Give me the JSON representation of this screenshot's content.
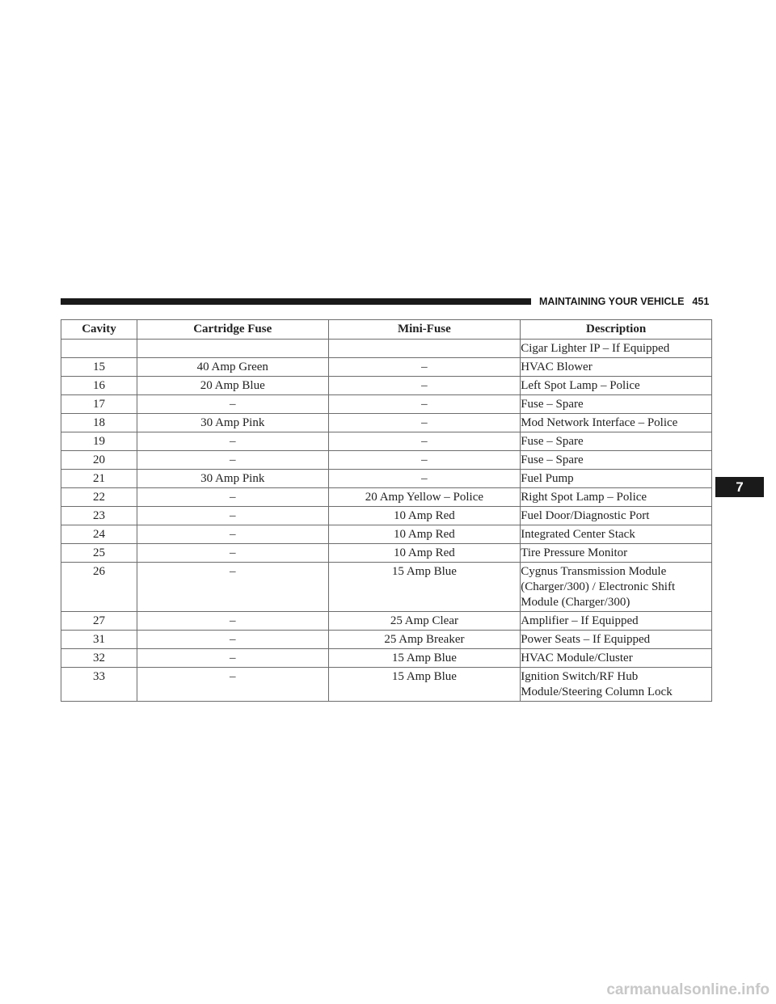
{
  "header": {
    "section_title": "MAINTAINING YOUR VEHICLE",
    "page_number": "451"
  },
  "table": {
    "columns": [
      "Cavity",
      "Cartridge Fuse",
      "Mini-Fuse",
      "Description"
    ],
    "rows": [
      {
        "cavity": "",
        "cartridge": "",
        "mini": "",
        "description": "Cigar Lighter IP – If Equipped"
      },
      {
        "cavity": "15",
        "cartridge": "40 Amp Green",
        "mini": "–",
        "description": "HVAC Blower"
      },
      {
        "cavity": "16",
        "cartridge": "20 Amp Blue",
        "mini": "–",
        "description": "Left Spot Lamp – Police"
      },
      {
        "cavity": "17",
        "cartridge": "–",
        "mini": "–",
        "description": "Fuse – Spare"
      },
      {
        "cavity": "18",
        "cartridge": "30 Amp Pink",
        "mini": "–",
        "description": "Mod Network Interface – Police"
      },
      {
        "cavity": "19",
        "cartridge": "–",
        "mini": "–",
        "description": "Fuse – Spare"
      },
      {
        "cavity": "20",
        "cartridge": "–",
        "mini": "–",
        "description": "Fuse – Spare"
      },
      {
        "cavity": "21",
        "cartridge": "30 Amp Pink",
        "mini": "–",
        "description": "Fuel Pump"
      },
      {
        "cavity": "22",
        "cartridge": "–",
        "mini": "20 Amp Yellow – Police",
        "description": "Right Spot Lamp – Police"
      },
      {
        "cavity": "23",
        "cartridge": "–",
        "mini": "10 Amp Red",
        "description": "Fuel Door/Diagnostic Port"
      },
      {
        "cavity": "24",
        "cartridge": "–",
        "mini": "10 Amp Red",
        "description": "Integrated Center Stack"
      },
      {
        "cavity": "25",
        "cartridge": "–",
        "mini": "10 Amp Red",
        "description": "Tire Pressure Monitor"
      },
      {
        "cavity": "26",
        "cartridge": "–",
        "mini": "15 Amp Blue",
        "description": "Cygnus Transmission Module (Charger/300) / Electronic Shift Module (Charger/300)"
      },
      {
        "cavity": "27",
        "cartridge": "–",
        "mini": "25 Amp Clear",
        "description": "Amplifier – If Equipped"
      },
      {
        "cavity": "31",
        "cartridge": "–",
        "mini": "25 Amp Breaker",
        "description": "Power Seats – If Equipped"
      },
      {
        "cavity": "32",
        "cartridge": "–",
        "mini": "15 Amp Blue",
        "description": "HVAC Module/Cluster"
      },
      {
        "cavity": "33",
        "cartridge": "–",
        "mini": "15 Amp Blue",
        "description": "Ignition Switch/RF Hub Module/Steering Column Lock"
      }
    ]
  },
  "section_tab": "7",
  "watermark": "carmanualsonline.info"
}
